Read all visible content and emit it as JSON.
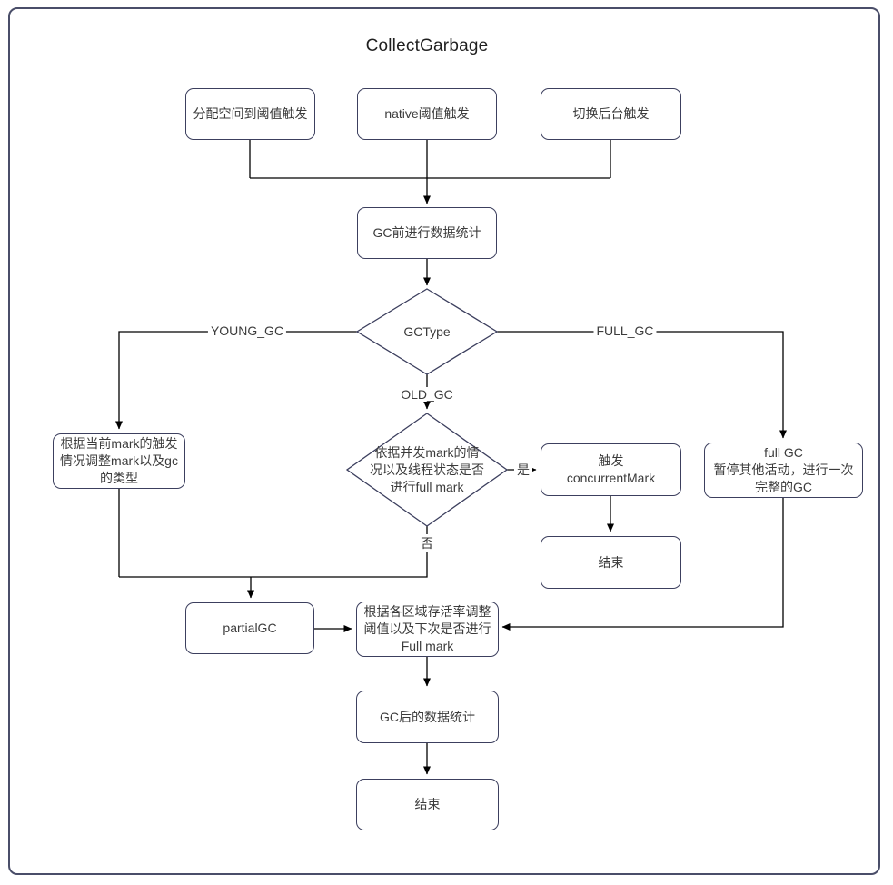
{
  "title": "CollectGarbage",
  "colors": {
    "node_border": "#3c3f5e",
    "connector": "#000000",
    "text": "#3b3b3b",
    "page_border": "#4a4e69",
    "background": "#ffffff"
  },
  "nodes": {
    "alloc_trigger": "分配空间到阈值触发",
    "native_trigger": "native阈值触发",
    "background_trigger": "切换后台触发",
    "pre_gc_stats": "GC前进行数据统计",
    "gctype_decision": "GCType",
    "adjust_mark": "根据当前mark的触发情况调整mark以及gc的类型",
    "full_mark_decision": "依据并发mark的情况以及线程状态是否进行full mark",
    "concurrent_mark": "触发\nconcurrentMark",
    "full_gc": "full GC\n暂停其他活动，进行一次完整的GC",
    "end_after_concurrent": "结束",
    "partial_gc": "partialGC",
    "adjust_threshold": "根据各区域存活率调整阈值以及下次是否进行Full mark",
    "post_gc_stats": "GC后的数据统计",
    "end_final": "结束"
  },
  "edge_labels": {
    "young_gc": "YOUNG_GC",
    "full_gc": "FULL_GC",
    "old_gc": "OLD_GC",
    "yes": "是",
    "no": "否"
  }
}
